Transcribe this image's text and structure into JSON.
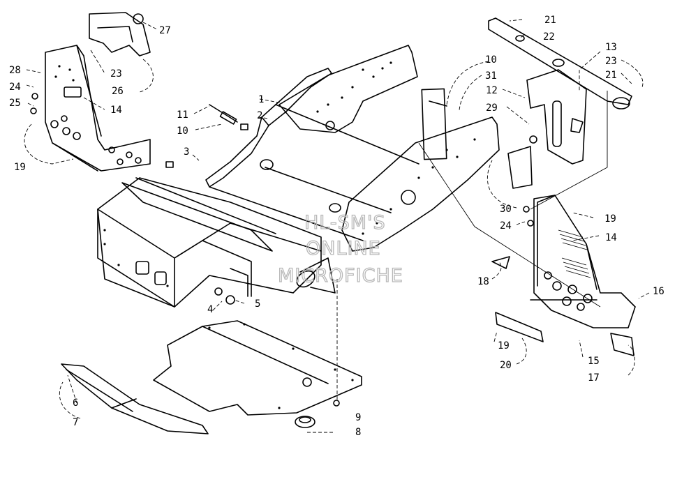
{
  "watermark": {
    "line1": "HL-SM'S",
    "line2": "ONLINE",
    "line3": "MICROFICHE"
  },
  "callouts": {
    "c1": "1",
    "c2": "2",
    "c3": "3",
    "c4": "4",
    "c5": "5",
    "c6": "6",
    "c7": "7",
    "c8": "8",
    "c9": "9",
    "c10a": "10",
    "c10b": "10",
    "c11": "11",
    "c12": "12",
    "c13": "13",
    "c14a": "14",
    "c14b": "14",
    "c15": "15",
    "c16": "16",
    "c17": "17",
    "c18": "18",
    "c19a": "19",
    "c19b": "19",
    "c19c": "19",
    "c20": "20",
    "c21a": "21",
    "c21b": "21",
    "c22": "22",
    "c23a": "23",
    "c23b": "23",
    "c24a": "24",
    "c24b": "24",
    "c25": "25",
    "c26": "26",
    "c27": "27",
    "c28": "28",
    "c29": "29",
    "c30": "30",
    "c31": "31"
  }
}
